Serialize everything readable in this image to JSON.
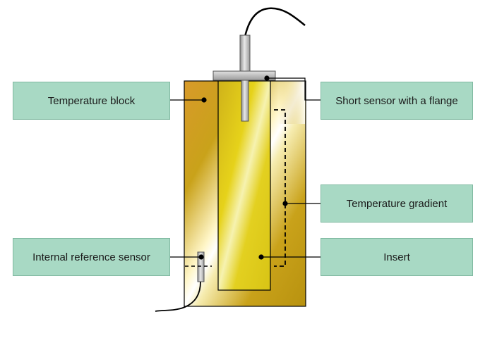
{
  "labels": {
    "temperature_block": "Temperature block",
    "short_sensor": "Short sensor with a flange",
    "temperature_gradient": "Temperature gradient",
    "internal_reference_sensor": "Internal reference sensor",
    "insert": "Insert"
  },
  "colors": {
    "label_fill": "#a8d9c4",
    "block_gold": "#c9a21a",
    "block_orange": "#d89a2a",
    "insert_yellow": "#e6d21a",
    "sensor_gray": "#a9a9a9",
    "line": "#000000"
  }
}
